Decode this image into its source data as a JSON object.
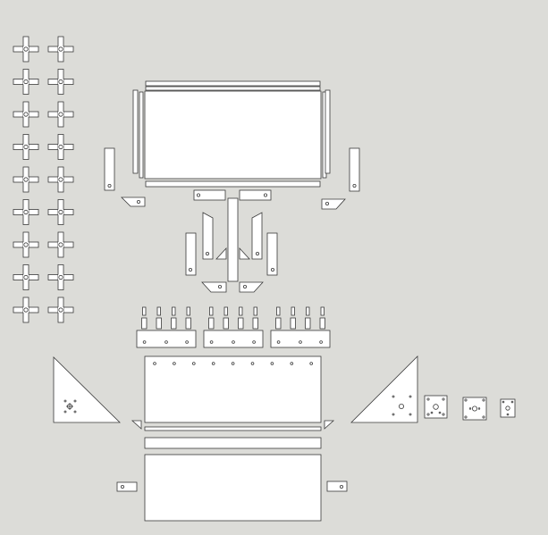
{
  "colors": {
    "background": "#dcdcd8",
    "part_fill": "#ffffff",
    "part_stroke": "#3a3a3a"
  },
  "parts": {
    "cross_brackets": {
      "columns": 2,
      "rows": 9
    },
    "standoff_groups": 3,
    "standoffs_per_group": 4,
    "bearing_plates": 3
  }
}
